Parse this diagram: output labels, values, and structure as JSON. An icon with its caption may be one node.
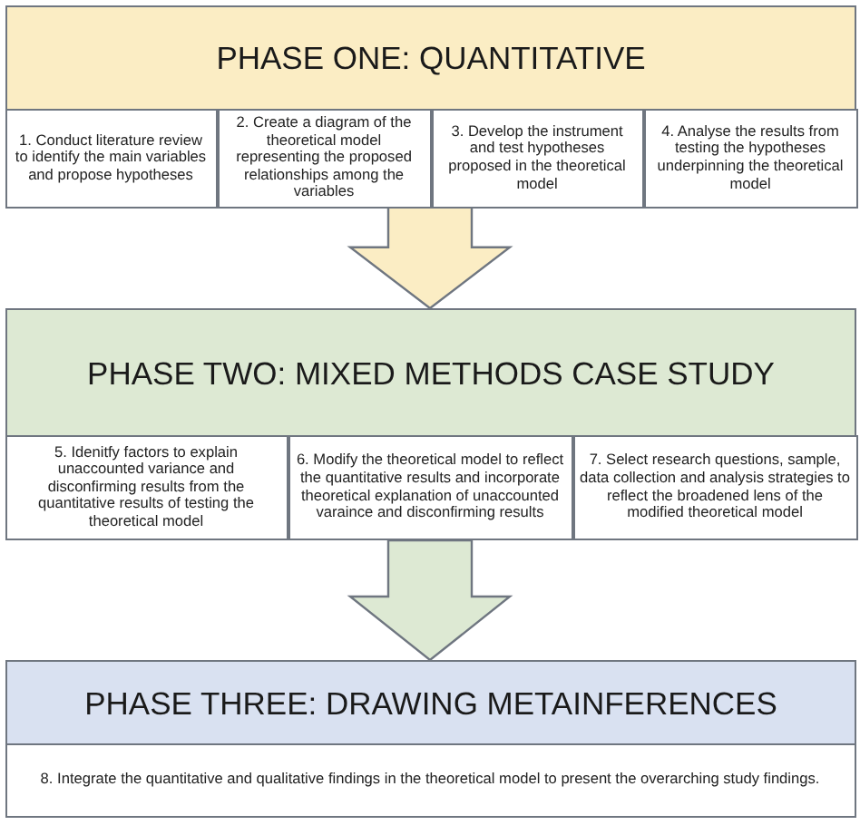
{
  "diagram": {
    "nodes": [
      {
        "text": [
          "PHASE ONE: QUANTITATIVE"
        ]
      },
      {
        "text": [
          "1. Conduct literature review to identify the main variables and propose hypotheses"
        ],
        "in": 0
      },
      {
        "text": [
          "2. Create a diagram of the theoretical model representing the proposed relationships among the variables"
        ],
        "in": 0
      },
      {
        "text": [
          "3. Develop the instrument and test hypotheses proposed in the theoretical model"
        ],
        "in": 0
      },
      {
        "text": [
          "4. Analyse the results from testing the hypotheses underpinning the theoretical  model"
        ],
        "in": 0
      },
      {
        "text": [
          "PHASE TWO: MIXED METHODS CASE STUDY"
        ]
      },
      {
        "text": [
          "5. Idenitfy factors to explain unaccounted variance and disconfirming results from the quantitative results of testing the theoretical model"
        ],
        "in": 5
      },
      {
        "text": [
          "6. Modify the theoretical model to reflect the quantitative results and incorporate theoretical explanation of unaccounted varaince and disconfirming results"
        ],
        "in": 5
      },
      {
        "text": [
          "7. Select research questions, sample, data collection and analysis strategies to reflect the broadened lens of the modified theoretical model"
        ],
        "in": 5
      },
      {
        "text": [
          "PHASE THREE: DRAWING METAINFERENCES"
        ]
      },
      {
        "text": [
          "8. Integrate the quantitative and qualitative findings in the theoretical model to present the overarching study findings."
        ],
        "in": 9
      }
    ],
    "edges": [
      {
        "from": 0,
        "to": 5,
        "arrow": "to",
        "style": "thick",
        "color": "#fbedc4"
      },
      {
        "from": 5,
        "to": 9,
        "arrow": "to",
        "style": "thick",
        "color": "#dde9d3"
      }
    ]
  }
}
